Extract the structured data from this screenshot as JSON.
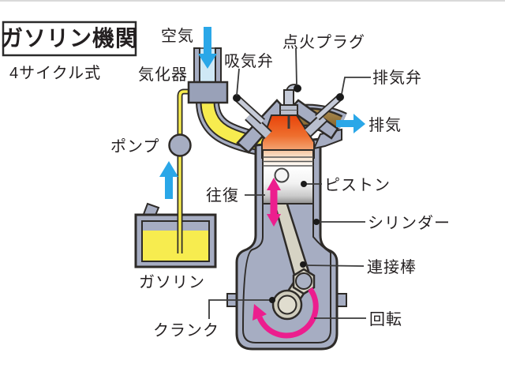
{
  "title": {
    "box_label": "ガソリン機関",
    "subtitle": "4サイクル式"
  },
  "labels": {
    "air": "空気",
    "carburetor": "気化器",
    "intake_valve": "吸気弁",
    "spark_plug": "点火プラグ",
    "exhaust_valve": "排気弁",
    "exhaust": "排気",
    "pump": "ポンプ",
    "reciprocation": "往復",
    "piston": "ピストン",
    "cylinder": "シリンダー",
    "gasoline": "ガソリン",
    "connecting_rod": "連接棒",
    "rotation": "回転",
    "crank": "クランク"
  },
  "colors": {
    "metal_gray": "#a6adc2",
    "metal_dark": "#99a1b8",
    "fuel_yellow": "#f7ec4f",
    "air_blue": "#cfe8f5",
    "arrow_blue": "#2aa7e8",
    "exhaust_brown": "#8a6a33",
    "combustion_orange": "#e8430a",
    "motion_pink": "#ec1e8e",
    "rod_beige": "#d6d3c4",
    "outline_dark": "#2e2b28",
    "text_dark": "#231f20"
  }
}
